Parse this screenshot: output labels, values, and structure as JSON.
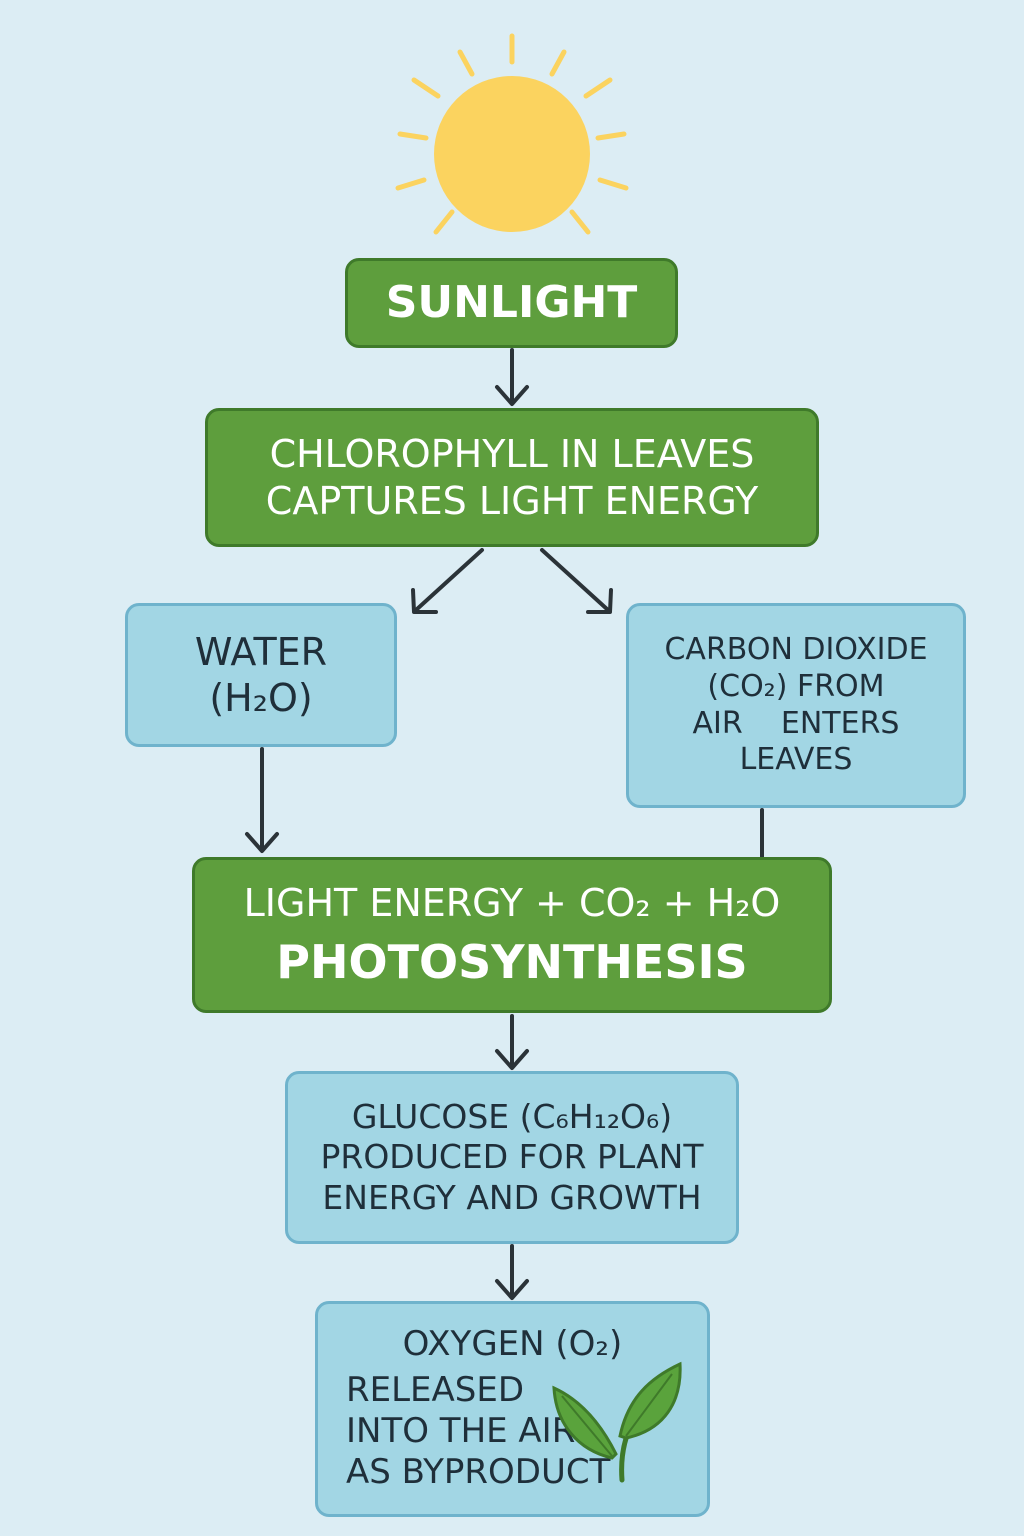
{
  "nodes": {
    "sunlight": {
      "lines": [
        "SUNLIGHT"
      ]
    },
    "chlorophyll": {
      "lines": [
        "CHLOROPHYLL IN LEAVES",
        "CAPTURES LIGHT ENERGY"
      ]
    },
    "water": {
      "lines": [
        "WATER",
        "(H₂O)"
      ]
    },
    "carbon_dioxide": {
      "lines": [
        "CARBON DIOXIDE",
        "(CO₂) FROM",
        "AIR    ENTERS",
        "LEAVES"
      ]
    },
    "photosynthesis": {
      "equation": "LIGHT ENERGY + CO₂ + H₂O",
      "label": "PHOTOSYNTHESIS"
    },
    "glucose": {
      "lines": [
        "GLUCOSE (C₆H₁₂O₆)",
        "PRODUCED FOR PLANT",
        "ENERGY AND GROWTH"
      ]
    },
    "oxygen": {
      "title": "OXYGEN (O₂)",
      "lines": [
        "RELEASED",
        "INTO THE AIR",
        "AS BYPRODUCT"
      ]
    }
  },
  "colors": {
    "background": "#dcedf4",
    "green_box": "#5e9e3d",
    "green_border": "#3f7a2a",
    "blue_box": "#a2d6e4",
    "blue_border": "#6fb3cc",
    "sun": "#fbd35f",
    "arrow": "#2b3338",
    "leaf": "#5aa33c"
  },
  "icons": [
    "sun-icon",
    "leaf-icon"
  ]
}
